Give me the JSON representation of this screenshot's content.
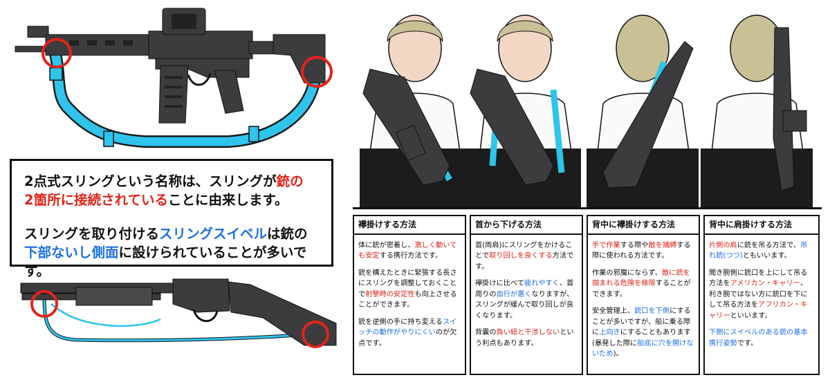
{
  "explanation": {
    "p1": [
      {
        "t": "2点式スリングという名称は、スリングが",
        "c": "k"
      },
      {
        "t": "銃の",
        "c": "r"
      },
      {
        "t": "2箇所に接続されている",
        "c": "r"
      },
      {
        "t": "ことに由来します。",
        "c": "k"
      }
    ],
    "p2": [
      {
        "t": "スリングを取り付ける",
        "c": "k"
      },
      {
        "t": "スリングスイベル",
        "c": "b"
      },
      {
        "t": "は銃の",
        "c": "k"
      },
      {
        "t": "下部ないし側面",
        "c": "b"
      },
      {
        "t": "に設けられていることが多いです。",
        "c": "k"
      }
    ]
  },
  "panels": [
    {
      "title": "襷掛けする方法",
      "paras": [
        [
          {
            "t": "体に銃が密着し、",
            "c": "k"
          },
          {
            "t": "激しく動いても安定",
            "c": "r"
          },
          {
            "t": "する携行方法です。",
            "c": "k"
          }
        ],
        [
          {
            "t": "銃を構えたときに緊張する長さにスリングを調整しておくことで",
            "c": "k"
          },
          {
            "t": "射撃時の安定性",
            "c": "r"
          },
          {
            "t": "も向上させることができます。",
            "c": "k"
          }
        ],
        [
          {
            "t": "銃を逆側の手に持ち変える",
            "c": "k"
          },
          {
            "t": "スイッチの動作がやりにくい",
            "c": "b"
          },
          {
            "t": "のが欠点です。",
            "c": "k"
          }
        ]
      ]
    },
    {
      "title": "首から下げる方法",
      "paras": [
        [
          {
            "t": "首(両肩)にスリングをかけることで",
            "c": "k"
          },
          {
            "t": "取り回しを良くする",
            "c": "r"
          },
          {
            "t": "方法です。",
            "c": "k"
          }
        ],
        [
          {
            "t": "襷掛けに比べて",
            "c": "k"
          },
          {
            "t": "疲れやすく",
            "c": "b"
          },
          {
            "t": "、首周りの",
            "c": "k"
          },
          {
            "t": "血行が悪く",
            "c": "b"
          },
          {
            "t": "なりますが、スリングが緩んで取り回しが良くなります。",
            "c": "k"
          }
        ],
        [
          {
            "t": "背嚢の",
            "c": "k"
          },
          {
            "t": "負い紐と干渉しない",
            "c": "r"
          },
          {
            "t": "という利点もあります。",
            "c": "k"
          }
        ]
      ]
    },
    {
      "title": "背中に襷掛けする方法",
      "paras": [
        [
          {
            "t": "手で作業",
            "c": "r"
          },
          {
            "t": "する際や",
            "c": "k"
          },
          {
            "t": "敵を捕縛",
            "c": "r"
          },
          {
            "t": "する際に使われる方法です。",
            "c": "k"
          }
        ],
        [
          {
            "t": "作業の邪魔にならず、",
            "c": "k"
          },
          {
            "t": "敵に銃を掴まれる危険を極限",
            "c": "r"
          },
          {
            "t": "することができます。",
            "c": "k"
          }
        ],
        [
          {
            "t": "安全管理上、",
            "c": "k"
          },
          {
            "t": "銃口を下側",
            "c": "b"
          },
          {
            "t": "にすることが多いですが、船に乗る際に",
            "c": "k"
          },
          {
            "t": "上向き",
            "c": "b"
          },
          {
            "t": "にすることもあります(暴発した際に",
            "c": "k"
          },
          {
            "t": "船底に穴を開けないため",
            "c": "b"
          },
          {
            "t": ")。",
            "c": "k"
          }
        ]
      ]
    },
    {
      "title": "背中に肩掛けする方法",
      "paras": [
        [
          {
            "t": "片側の肩",
            "c": "r"
          },
          {
            "t": "に銃を吊る方法で、",
            "c": "k"
          },
          {
            "t": "吊れ銃(つつ)",
            "c": "b"
          },
          {
            "t": "ともいいます。",
            "c": "k"
          }
        ],
        [
          {
            "t": "聞き腕側に銃口を上にして吊る方法を",
            "c": "k"
          },
          {
            "t": "アメリカン・キャリー",
            "c": "r"
          },
          {
            "t": "、利き腕ではない方に銃口を下にして吊る方法を",
            "c": "k"
          },
          {
            "t": "アフリカン・キャリー",
            "c": "r"
          },
          {
            "t": "といいます。",
            "c": "k"
          }
        ],
        [
          {
            "t": "下側にスイベルのある銃の基本携行姿勢",
            "c": "b"
          },
          {
            "t": "です。",
            "c": "k"
          }
        ]
      ]
    }
  ],
  "colors": {
    "accent_red": "#e2231a",
    "accent_blue": "#1d6fe8",
    "sling": "#2ec4ec",
    "gun": "#3c3c3e",
    "border": "#111111"
  }
}
